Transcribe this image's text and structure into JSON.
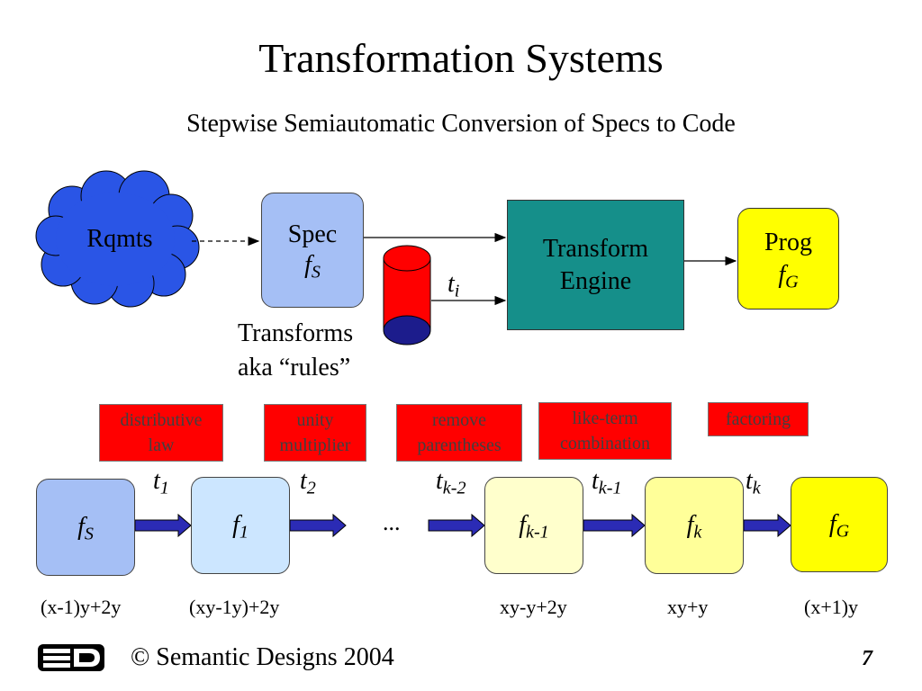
{
  "slide": {
    "title": "Transformation Systems",
    "subtitle": "Stepwise Semiautomatic Conversion of Specs to Code"
  },
  "top_diagram": {
    "rqmts": "Rqmts",
    "spec": {
      "label": "Spec",
      "var": "f",
      "sub": "S"
    },
    "engine": {
      "line1": "Transform",
      "line2": "Engine"
    },
    "prog": {
      "label": "Prog",
      "var": "f",
      "sub": "G"
    },
    "ti": {
      "var": "t",
      "sub": "i"
    },
    "transforms": {
      "line1": "Transforms",
      "line2": "aka “rules”"
    }
  },
  "rules": [
    {
      "line1": "distributive",
      "line2": "law"
    },
    {
      "line1": "unity",
      "line2": "multiplier"
    },
    {
      "line1": "remove",
      "line2": "parentheses"
    },
    {
      "line1": "like-term",
      "line2": "combination"
    },
    {
      "line1": "factoring",
      "line2": ""
    }
  ],
  "steps": [
    {
      "var": "t",
      "sub": "1"
    },
    {
      "var": "t",
      "sub": "2"
    },
    {
      "var": "t",
      "sub": "k-2"
    },
    {
      "var": "t",
      "sub": "k-1"
    },
    {
      "var": "t",
      "sub": "k"
    }
  ],
  "nodes": [
    {
      "var": "f",
      "sub": "S",
      "expr": "(x-1)y+2y"
    },
    {
      "var": "f",
      "sub": "1",
      "expr": "(xy-1y)+2y"
    },
    {
      "var": "f",
      "sub": "k-1",
      "expr": "xy-y+2y"
    },
    {
      "var": "f",
      "sub": "k",
      "expr": "xy+y"
    },
    {
      "var": "f",
      "sub": "G",
      "expr": "(x+1)y"
    }
  ],
  "ellipsis": "...",
  "footer": {
    "copyright": "© Semantic Designs 2004",
    "page": "7"
  },
  "colors": {
    "cloud": "#2a55e6",
    "spec_box": "#a5bff5",
    "engine": "#158f8a",
    "prog": "#ffff00",
    "rule_box": "#ff0000",
    "arrow_fill": "#2b2bb5",
    "cylinder_body": "#ff0000",
    "cylinder_top": "#1c1c8c"
  }
}
